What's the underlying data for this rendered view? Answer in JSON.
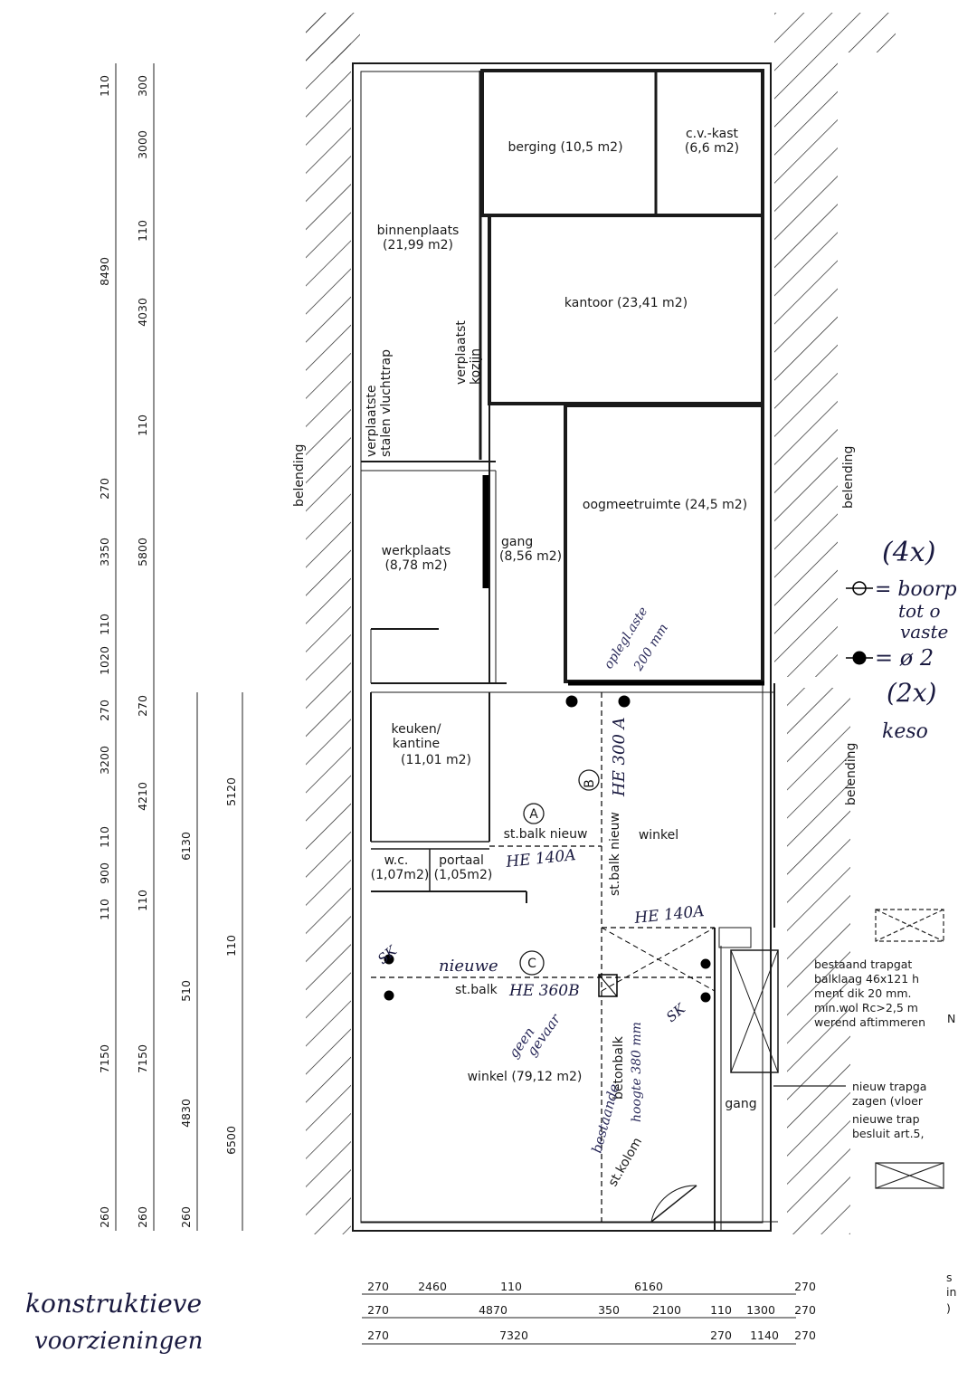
{
  "rooms": {
    "berging": "berging  (10,5  m2)",
    "cv_line1": "c.v.-kast",
    "cv_line2": "(6,6  m2)",
    "binnenplaats_line1": "binnenplaats",
    "binnenplaats_line2": "(21,99  m2)",
    "kantoor": "kantoor  (23,41  m2)",
    "oogmeetruimte": "oogmeetruimte  (24,5  m2)",
    "gang_upper_line1": "gang",
    "gang_upper_line2": "(8,56  m2)",
    "werkplaats_line1": "werkplaats",
    "werkplaats_line2": "(8,78  m2)",
    "keuken_line1": "keuken/",
    "keuken_line2": "kantine",
    "keuken_line3": "(11,01  m2)",
    "wc_line1": "w.c.",
    "wc_line2": "(1,07m2)",
    "portaal_line1": "portaal",
    "portaal_line2": "(1,05m2)",
    "winkel_upper": "winkel",
    "winkel_main": "winkel  (79,12  m2)",
    "gang_lower": "gang",
    "verplaatste_kozijn_line1": "verplaatst",
    "verplaatste_kozijn_line2": "kozijn",
    "vluchttrap_line1": "verplaatste",
    "vluchttrap_line2": "stalen vluchttrap",
    "belending_left": "belending",
    "belending_right_top": "belending",
    "belending_right_bottom": "belending"
  },
  "beams": {
    "a_label": "st.balk  nieuw",
    "a_circle": "A",
    "a_hand": "HE 140A",
    "b_label": "st.balk  nieuw",
    "b_circle": "B",
    "b_hand": "HE 300 A",
    "c_new": "nieuwe",
    "c_circle": "C",
    "c_label": "st.balk",
    "c_hand": "HE 360B",
    "stairs_hand": "HE 140A",
    "sk_left": "SK",
    "sk_right": "SK",
    "betonbalk_line1": "betonbalk",
    "betonbalk_line2": "hoogte 380 mm",
    "bestaande": "bestaande",
    "geen_line1": "geen",
    "geen_line2": "gevaar",
    "kolom": "st.kolom",
    "oplegl_line1": "oplegl.aste",
    "oplegl_line2": "200 mm"
  },
  "vertical_dims": {
    "col1": [
      "110",
      "8490",
      "270",
      "3350",
      "110",
      "1020",
      "270",
      "3200",
      "110",
      "900",
      "110",
      "7150",
      "260"
    ],
    "col2": [
      "300",
      "3000",
      "110",
      "4030",
      "110",
      "5800",
      "270",
      "4210",
      "110",
      "7150",
      "260"
    ],
    "col3": [
      "6130",
      "510",
      "4830",
      "260"
    ],
    "col4": [
      "5120",
      "110",
      "6500"
    ]
  },
  "horizontal_dims": {
    "row1": [
      "270",
      "2460",
      "110",
      "6160",
      "270"
    ],
    "row2": [
      "270",
      "4870",
      "350",
      "2100",
      "110",
      "1300",
      "270"
    ],
    "row3": [
      "270",
      "7320",
      "270",
      "1140",
      "270"
    ]
  },
  "legend": {
    "count_4x": "(4x)",
    "line1a": "= boorp",
    "line1b": "tot o",
    "line1c": "vaste",
    "line2": "= ø 2",
    "count_2x": "(2x)",
    "line3": "keso"
  },
  "notes": {
    "trapgat_1": "bestaand  trapgat",
    "trapgat_2": "balklaag  46x121  h",
    "trapgat_3": "ment  dik  20  mm.",
    "trapgat_4": "min.wol  Rc>2,5  m",
    "trapgat_5": "werend  aftimmeren",
    "trapgat_n": "N",
    "newtrap_1": "nieuw  trapga",
    "newtrap_2": "zagen  (vloer",
    "newtrap_3": "nieuwe  trap",
    "newtrap_4": "besluit  art.5,"
  },
  "margin": {
    "s": "s",
    "in": "in",
    "paren": ")"
  },
  "caption": {
    "line1": "konstruktieve",
    "line2": "voorzieningen"
  }
}
